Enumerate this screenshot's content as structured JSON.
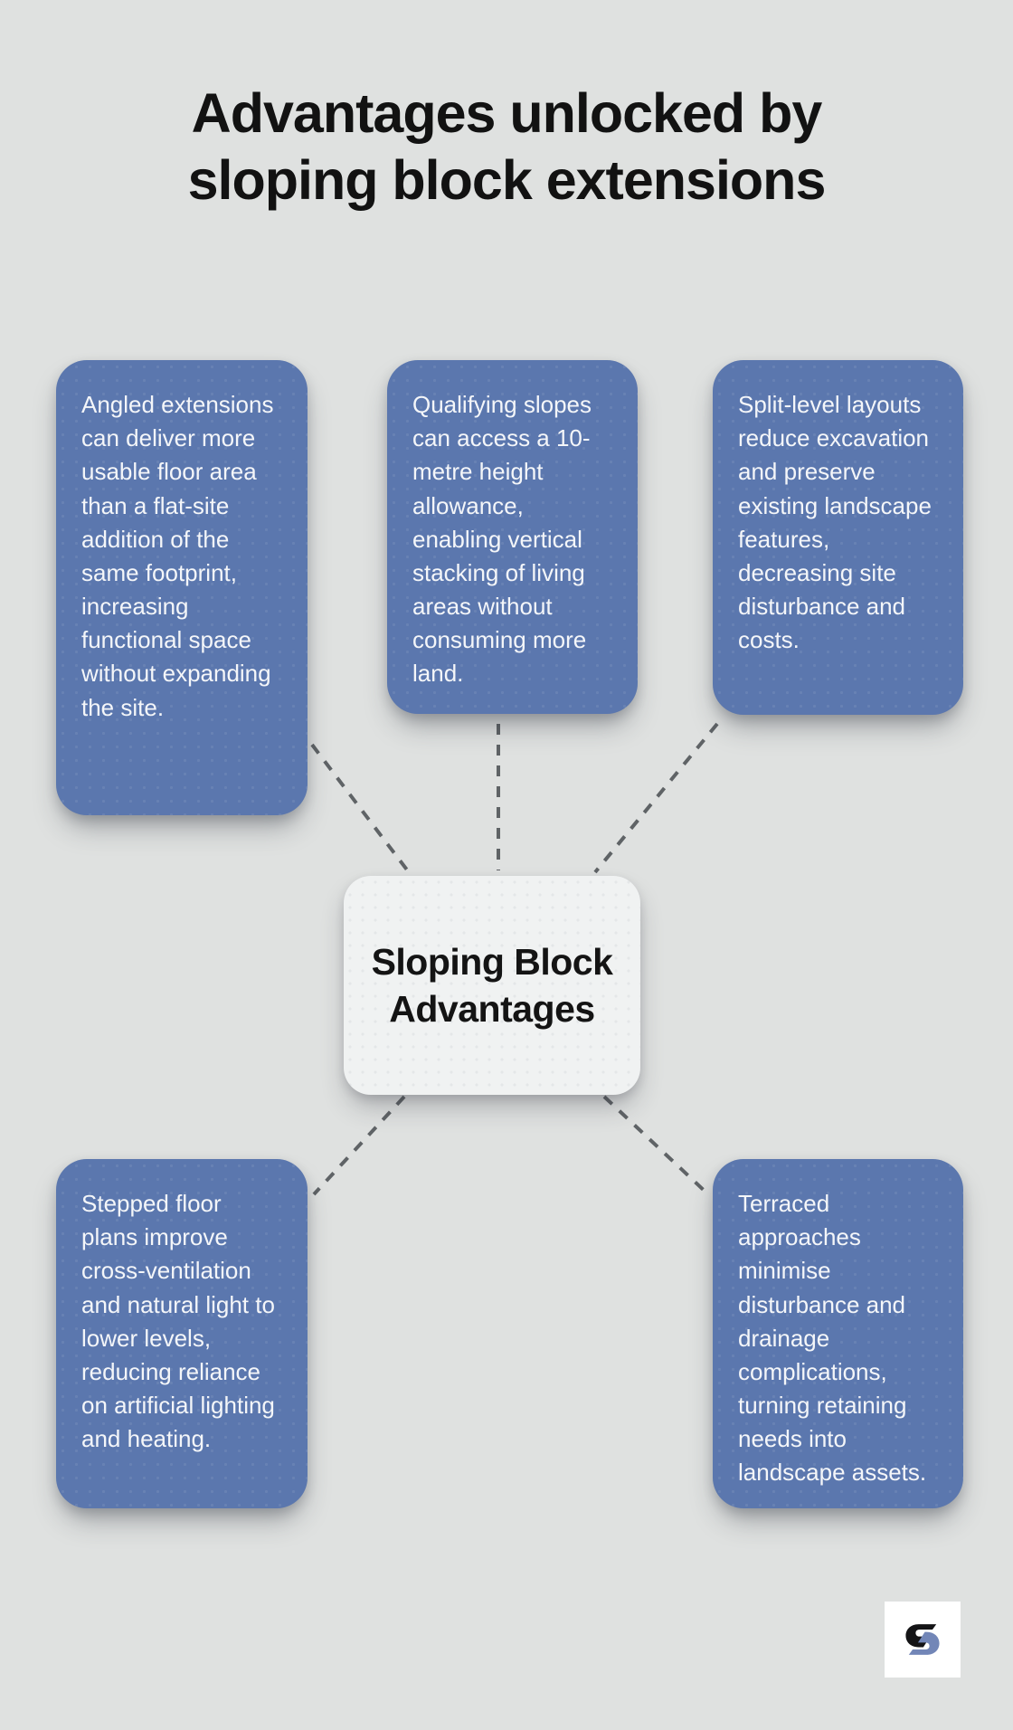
{
  "title": "Advantages unlocked by sloping block extensions",
  "center": {
    "label": "Sloping Block Advantages"
  },
  "cards": [
    {
      "position": "top-left",
      "text": "Angled extensions can deliver more usable floor area than a flat-site addition of the same footprint, increasing functional space without expanding the site."
    },
    {
      "position": "top-middle",
      "text": "Qualifying slopes can access a 10-metre height allowance, enabling vertical stacking of living areas without consuming more land."
    },
    {
      "position": "top-right",
      "text": "Split-level layouts reduce excavation and preserve existing landscape features, decreasing site disturbance and costs."
    },
    {
      "position": "bottom-left",
      "text": "Stepped floor plans improve cross-ventilation and natural light to lower levels, reducing reliance on artificial lighting and heating."
    },
    {
      "position": "bottom-right",
      "text": "Terraced approaches minimise disturbance and drainage complications, turning retaining needs into landscape assets."
    }
  ],
  "logo": {
    "name": "s-monogram-logo"
  },
  "colors": {
    "background": "#dfe1e0",
    "card": "#5b77ae",
    "card_text": "#f4f6f9",
    "center_bg": "#f0f2f2",
    "center_text": "#141414",
    "title_text": "#121212",
    "connector": "#5f6366",
    "logo_black": "#141416",
    "logo_blue": "#7286b7",
    "logo_bg": "#ffffff"
  }
}
